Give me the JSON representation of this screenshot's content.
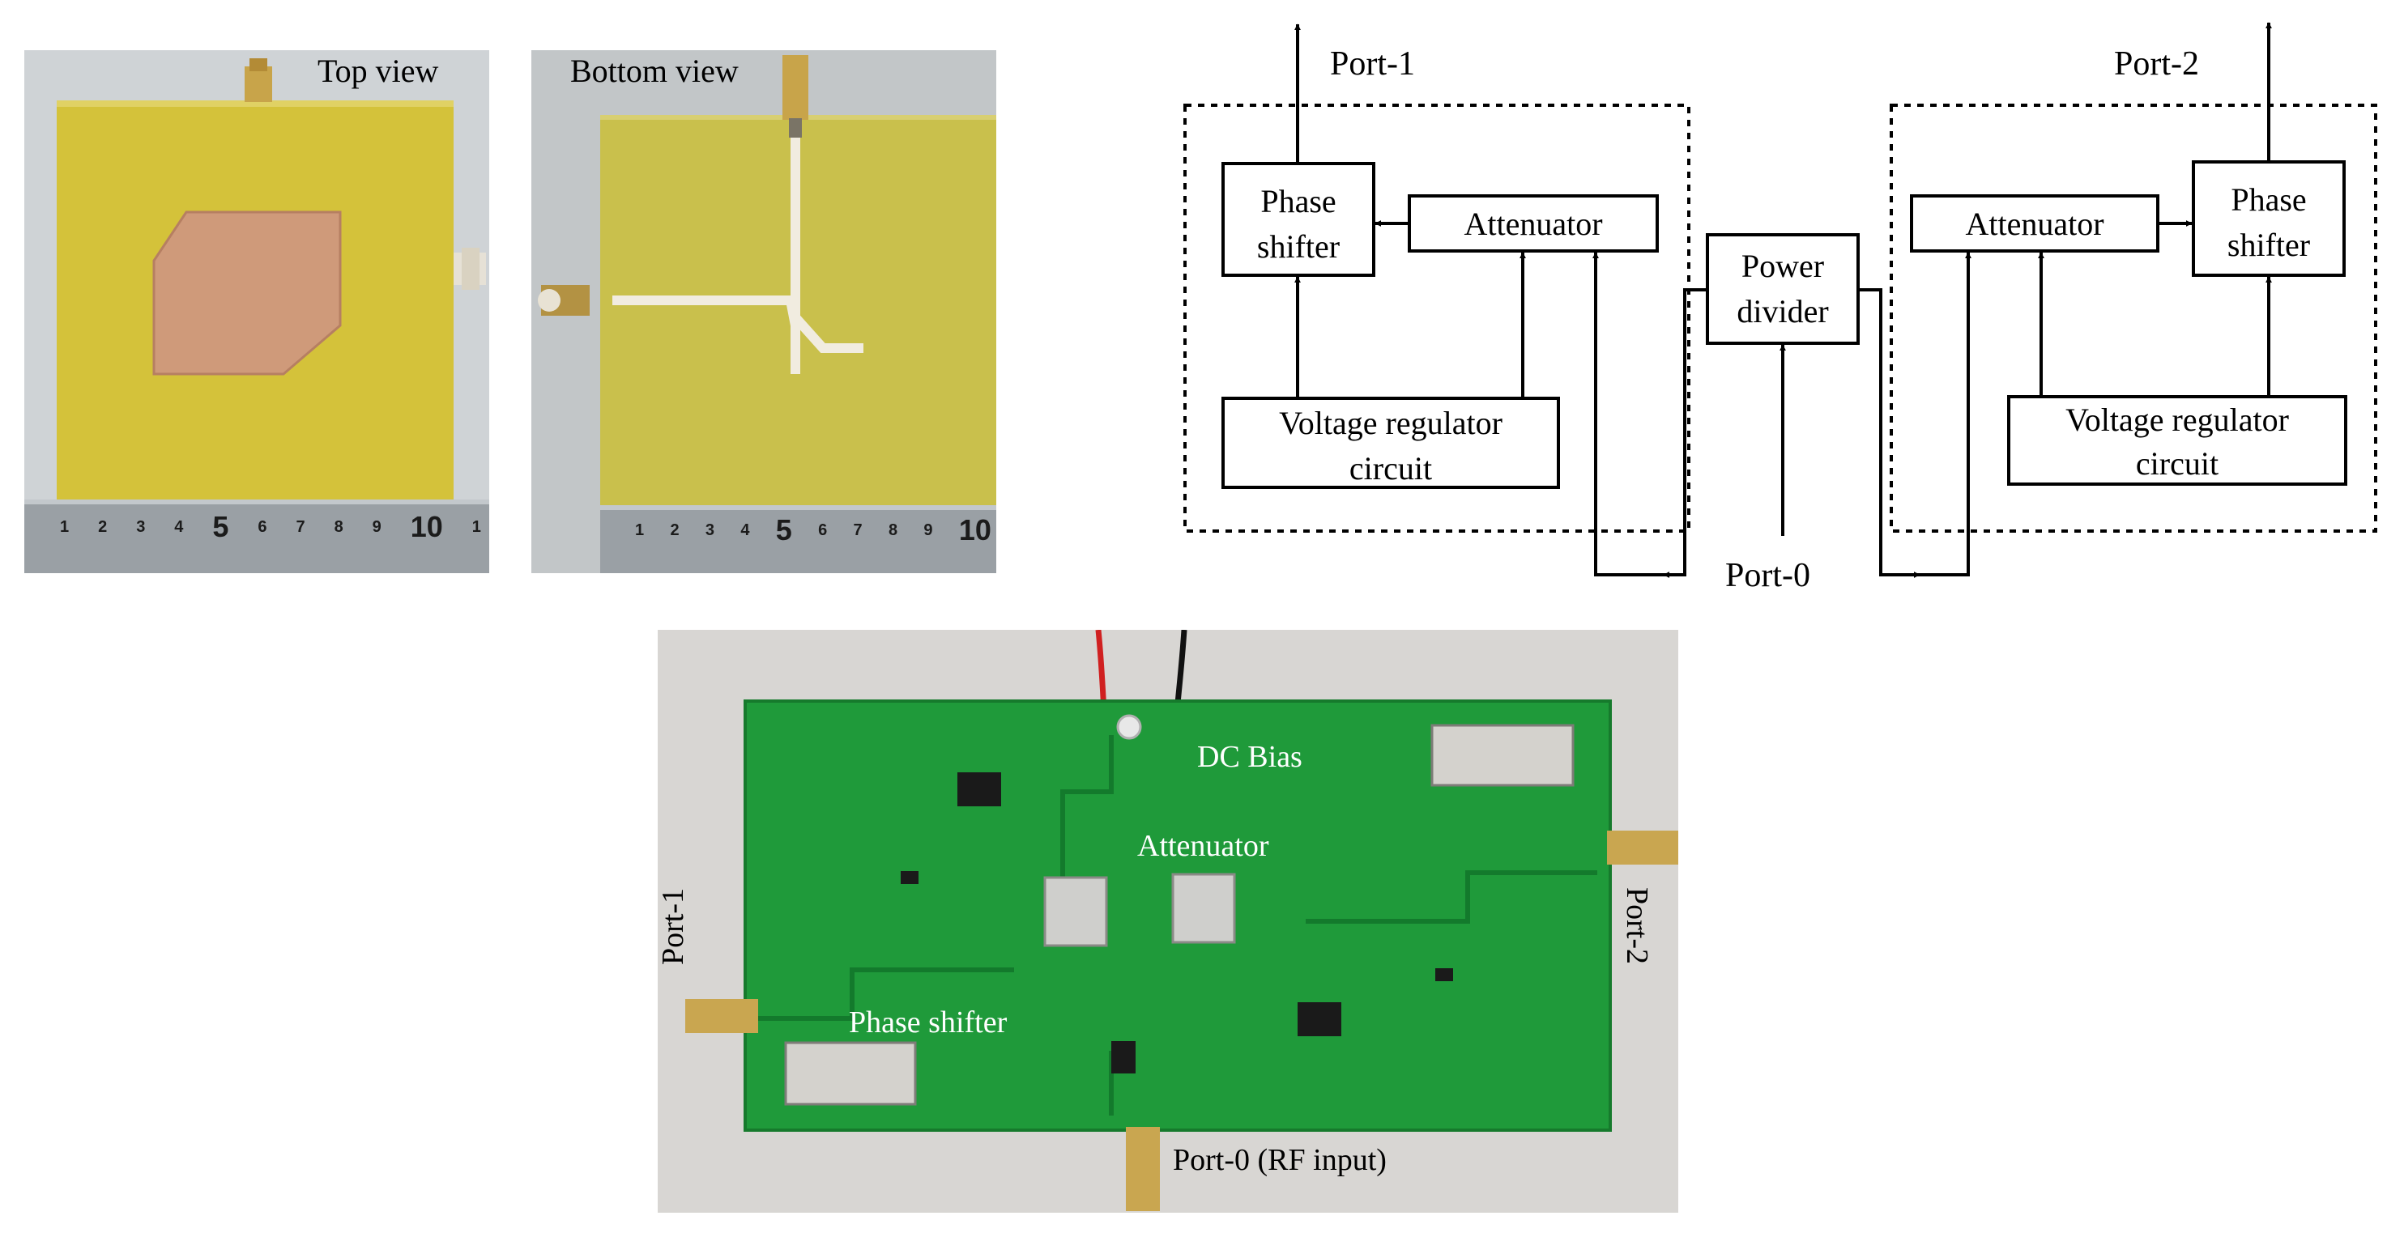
{
  "photos": {
    "top": {
      "label": "Top view",
      "ruler_numbers": [
        "1",
        "2",
        "3",
        "4",
        "5",
        "6",
        "7",
        "8",
        "9",
        "10",
        "1"
      ]
    },
    "bottom": {
      "label": "Bottom view",
      "ruler_numbers": [
        "1",
        "2",
        "3",
        "4",
        "5",
        "6",
        "7",
        "8",
        "9",
        "10"
      ]
    },
    "board": {
      "dc_bias": "DC Bias",
      "attenuator": "Attenuator",
      "phase_shifter": "Phase shifter",
      "port1": "Port-1",
      "port2": "Port-2",
      "port0": "Port-0 (RF input)"
    }
  },
  "diagram": {
    "port1": "Port-1",
    "port2": "Port-2",
    "port0": "Port-0",
    "phase_shifter": [
      "Phase",
      "shifter"
    ],
    "attenuator": "Attenuator",
    "power_divider": [
      "Power",
      "divider"
    ],
    "voltage_regulator": [
      "Voltage regulator",
      "circuit"
    ]
  },
  "colors": {
    "fr4_top": "#d4c23a",
    "fr4_bottom": "#c9c04c",
    "copper": "#cf9a7a",
    "pcb_green": "#1f9a3a",
    "photo_bg": "#c8ccd0",
    "board_photo_bg": "#d8d6d3"
  }
}
